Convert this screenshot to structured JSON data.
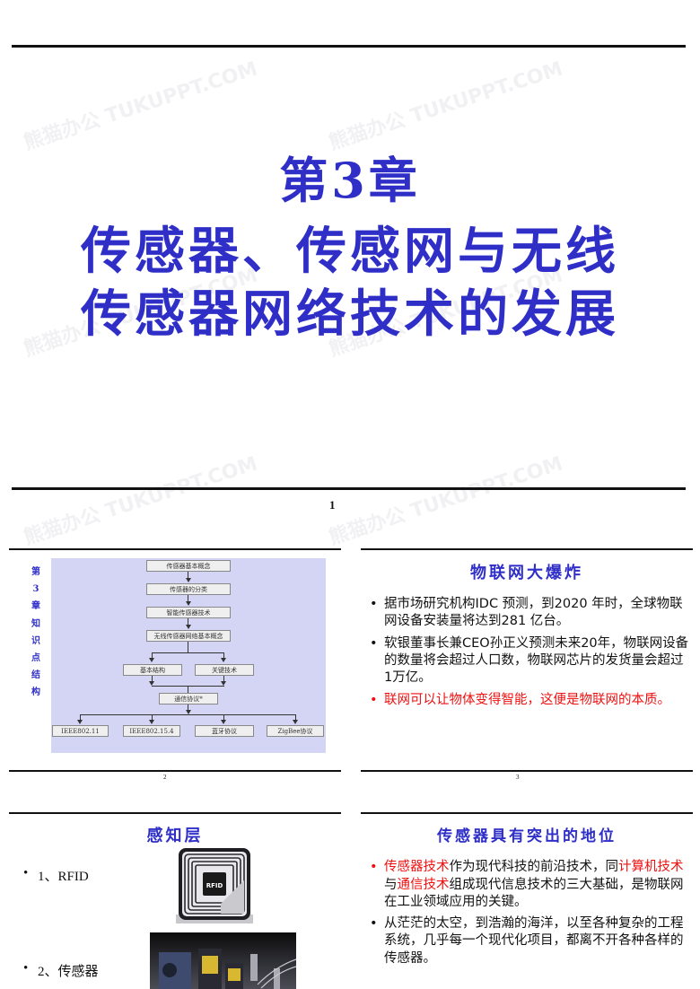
{
  "slide1": {
    "chapter": "第3章",
    "title_line1": "传感器、传感网与无线",
    "title_line2": "传感器网络技术的发展",
    "page_number": "1"
  },
  "slide2": {
    "vertical_label": [
      "第",
      "3",
      "章",
      "知",
      "识",
      "点",
      "结",
      "构"
    ],
    "diagram": {
      "nodes": {
        "n1": "传感器基本概念",
        "n2": "传感器的分类",
        "n3": "智能传感器技术",
        "n4": "无线传感器网络基本概念",
        "n5": "基本结构",
        "n6": "关键技术",
        "n7": "通信协议*",
        "n8": "IEEE802.11",
        "n9": "IEEE802.15.4",
        "n10": "蓝牙协议",
        "n11": "ZigBee协议"
      },
      "background_color": "#d4d4f4"
    },
    "page_number": "2"
  },
  "slide3": {
    "title": "物联网大爆炸",
    "bullets": [
      {
        "text": "据市场研究机构IDC 预测，到2020 年时，全球物联网设备安装量将达到281 亿台。"
      },
      {
        "text": "软银董事长兼CEO孙正义预测未来20年，物联网设备的数量将会超过人口数，物联网芯片的发货量会超过1万亿。"
      },
      {
        "text": "联网可以让物体变得智能，这便是物联网的本质。"
      }
    ],
    "page_number": "3"
  },
  "slide4": {
    "title": "感知层",
    "bullets": [
      "1、RFID",
      "2、传感器"
    ],
    "rfid_chip_label": "RFID"
  },
  "slide5": {
    "title": "传感器具有突出的地位",
    "bullet1": {
      "p1": "传感器技术",
      "p2": "作为现代科技的前沿技术，同",
      "p3": "计算机技术",
      "p4": "与",
      "p5": "通信技术",
      "p6": "组成现代信息技术的三大基础，是物联网在工业领域应用的关键。"
    },
    "bullet2": "从茫茫的太空，到浩瀚的海洋，以至各种复杂的工程系统，几乎每一个现代化项目，都离不开各种各样的传感器。"
  },
  "watermark": "熊猫办公 TUKUPPT.COM",
  "colors": {
    "title_blue": "#2f2fc8",
    "highlight_red": "#ee1111",
    "rule_black": "#111111"
  }
}
